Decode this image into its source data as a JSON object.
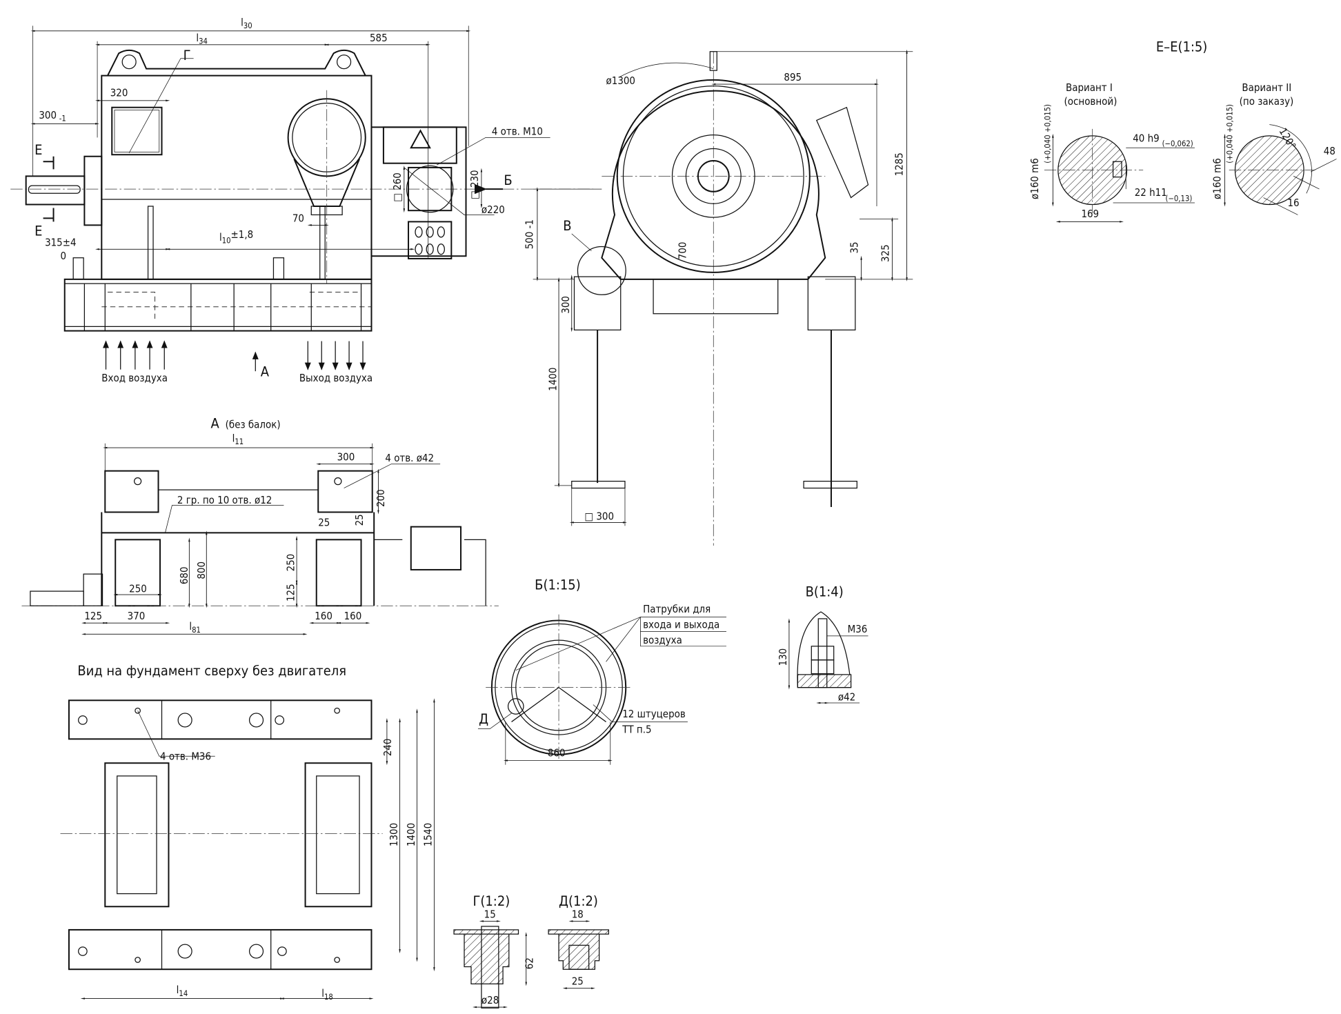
{
  "front_view": {
    "l30": {
      "base": "l",
      "sub": "30"
    },
    "l34": {
      "base": "l",
      "sub": "34"
    },
    "d585": "585",
    "d320": "320",
    "d300": "300",
    "d300_tol": "-1",
    "section_mark": "Е",
    "d315": "315±4",
    "d0": "0",
    "l10": {
      "base": "l",
      "sub": "10",
      "tol": "±1,8"
    },
    "d70": "70",
    "detail_g": "Г",
    "holes_m10": "4 отв. М10",
    "sq260": "□ 260",
    "sq230": "□ 230",
    "view_b": "Б",
    "d220": "ø220",
    "air_in": "Вход воздуха",
    "air_out": "Выход воздуха",
    "view_a": "А"
  },
  "side_view": {
    "d1300": "ø1300",
    "d895": "895",
    "d1285": "1285",
    "d500": "500 -1",
    "d700": "700",
    "d35": "35",
    "d325": "325",
    "d300": "300",
    "d1400": "1400",
    "sq300": "□ 300",
    "detail_v": "В"
  },
  "section_ee": {
    "title": "Е–Е(1:5)",
    "variant1": {
      "title": "Вариант I",
      "subtitle": "(основной)",
      "dia": "ø160 m6",
      "tol": "(+0,040 +0,015)",
      "key_w": "40 h9",
      "key_w_tol": "(−0,062)",
      "key_d": "22 h11",
      "key_d_tol": "(−0,13)",
      "d169": "169"
    },
    "variant2": {
      "title": "Вариант II",
      "subtitle": "(по заказу)",
      "dia": "ø160 m6",
      "tol": "(+0,040 +0,015)",
      "angle": "120°",
      "d48": "48",
      "d16": "16"
    }
  },
  "view_a": {
    "title": "А",
    "subtitle": "(без балок)",
    "l11": {
      "base": "l",
      "sub": "11"
    },
    "d300": "300",
    "holes42": "4 отв. ø42",
    "d200": "200",
    "holes12": "2 гр. по 10 отв. ø12",
    "d25a": "25",
    "d25b": "25",
    "d250v": "250",
    "d125v": "125",
    "d680": "680",
    "d800": "800",
    "d250": "250",
    "d125": "125",
    "d370": "370",
    "l81": {
      "base": "l",
      "sub": "81"
    },
    "d160a": "160",
    "d160b": "160"
  },
  "view_b": {
    "title": "Б(1:15)",
    "note_lines": [
      "Патрубки для",
      "входа и выхода",
      "воздуха"
    ],
    "fittings": "12 штуцеров",
    "fittings_ref": "ТТ п.5",
    "detail_d": "Д",
    "d860": "860"
  },
  "view_v": {
    "title": "В(1:4)",
    "m36": "М36",
    "d130": "130",
    "d42": "ø42"
  },
  "foundation": {
    "title": "Вид на фундамент сверху без двигателя",
    "holes": "4 отв. М36",
    "d240": "240",
    "d1300": "1300",
    "d1400": "1400",
    "d1540": "1540",
    "l14": {
      "base": "l",
      "sub": "14"
    },
    "l18": {
      "base": "l",
      "sub": "18"
    }
  },
  "detail_g": {
    "title": "Г(1:2)",
    "d15": "15",
    "d62": "62",
    "d28": "ø28"
  },
  "detail_d": {
    "title": "Д(1:2)",
    "d18": "18",
    "d25": "25"
  }
}
